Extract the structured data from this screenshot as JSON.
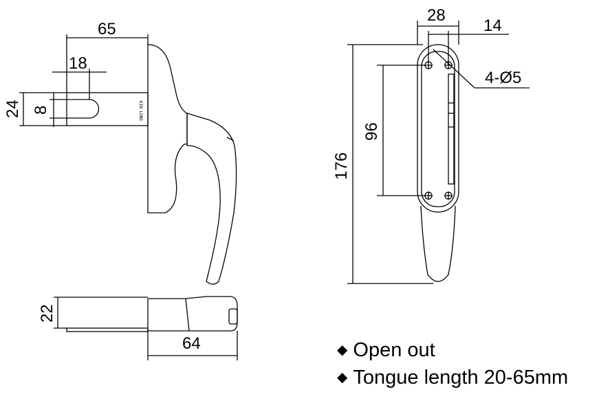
{
  "dimensions": {
    "width_65": "65",
    "width_18": "18",
    "height_24": "24",
    "height_8": "8",
    "height_22": "22",
    "width_64": "64",
    "width_28": "28",
    "width_14": "14",
    "holes": "4-Ø5",
    "spacing_96": "96",
    "length_176": "176"
  },
  "engraving": "KIN LONG",
  "notes": [
    {
      "bullet": "◆",
      "text": "Open out"
    },
    {
      "bullet": "◆",
      "text": "Tongue length 20-65mm"
    }
  ]
}
